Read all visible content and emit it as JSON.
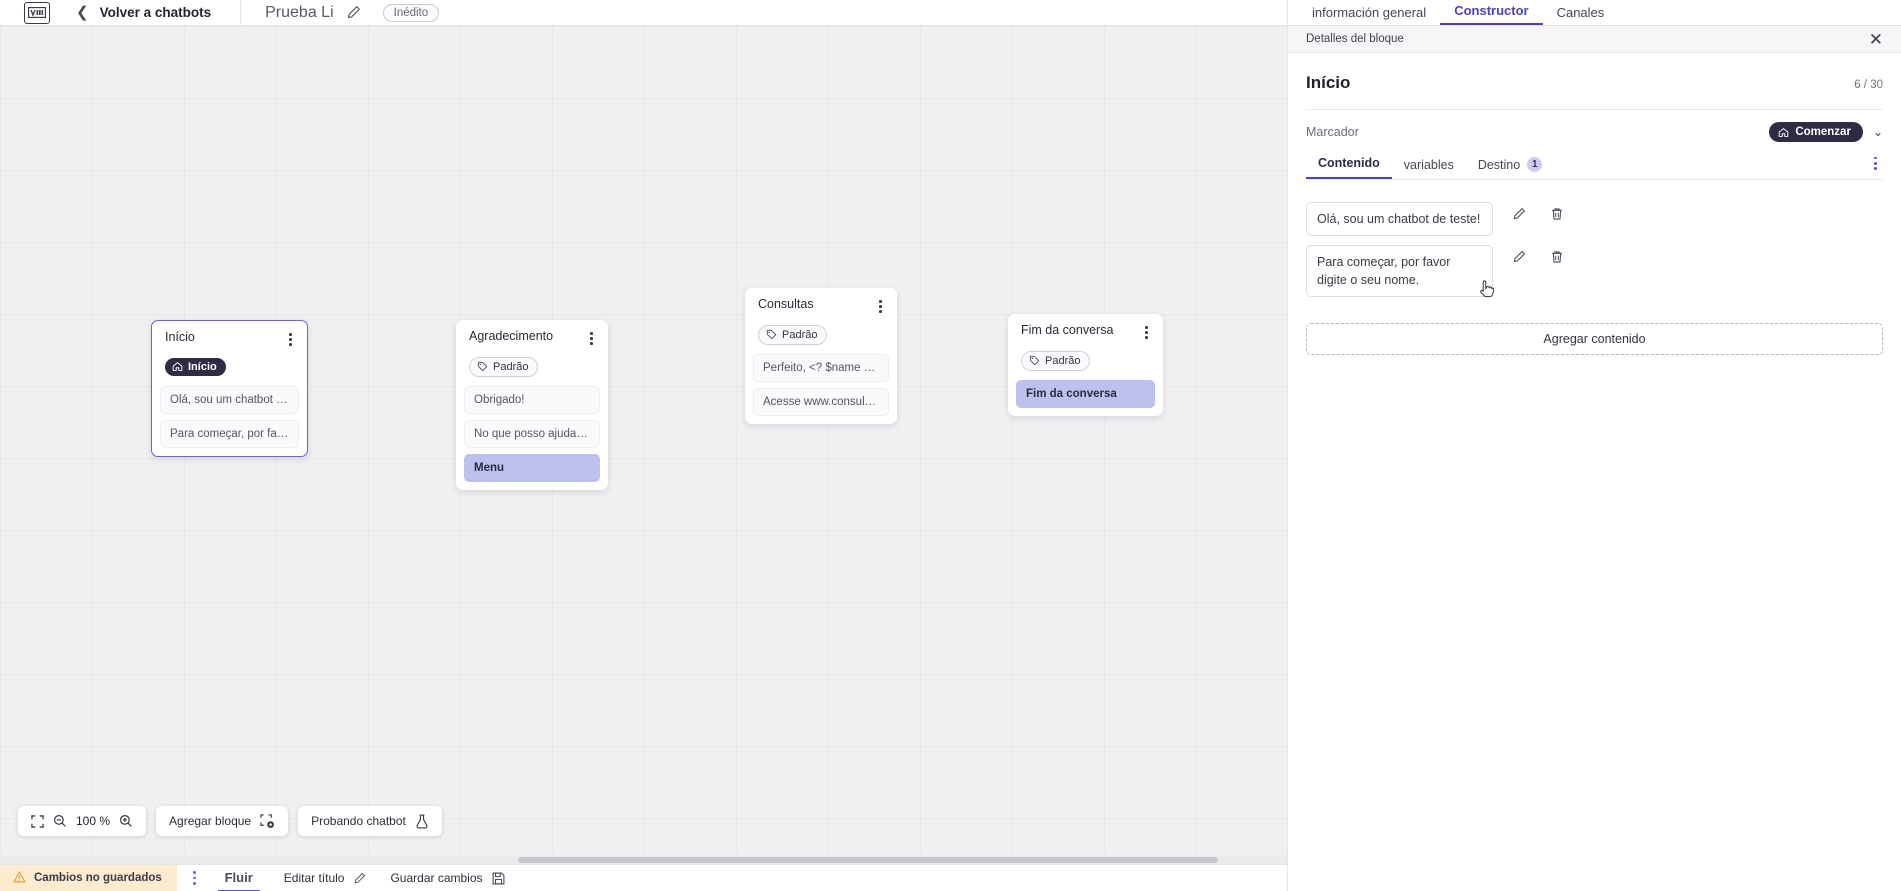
{
  "topbar": {
    "logo_text": "VIA",
    "back_label": "Volver a chatbots",
    "bot_name": "Prueba Li",
    "edit_icon": "pencil-icon",
    "status_badge": "Inédito"
  },
  "canvas": {
    "nodes": [
      {
        "id": "inicio",
        "title": "Início",
        "chip": {
          "label": "Início",
          "style": "dark",
          "icon": "home-icon"
        },
        "selected": true,
        "rows": [
          {
            "text": "Olá, sou um chatbot de teste!",
            "accent": false
          },
          {
            "text": "Para começar, por favor digite o ...",
            "accent": false
          }
        ]
      },
      {
        "id": "agradecimento",
        "title": "Agradecimento",
        "chip": {
          "label": "Padrão",
          "style": "light",
          "icon": "tag-icon"
        },
        "selected": false,
        "rows": [
          {
            "text": "Obrigado!",
            "accent": false
          },
          {
            "text": "No que posso ajudar, <? $name ...",
            "accent": false
          },
          {
            "text": "Menu",
            "accent": true
          }
        ]
      },
      {
        "id": "consultas",
        "title": "Consultas",
        "chip": {
          "label": "Padrão",
          "style": "light",
          "icon": "tag-icon"
        },
        "selected": false,
        "rows": [
          {
            "text": "Perfeito, <? $name ?>!",
            "accent": false
          },
          {
            "text": "Acesse www.consultas.com par...",
            "accent": false
          }
        ]
      },
      {
        "id": "fim",
        "title": "Fim da conversa",
        "chip": {
          "label": "Padrão",
          "style": "light",
          "icon": "tag-icon"
        },
        "selected": false,
        "rows": [
          {
            "text": "Fim da conversa",
            "accent": true
          }
        ]
      }
    ],
    "toolbar": {
      "fit_icon": "fit-screen-icon",
      "zoom_out_icon": "zoom-out-icon",
      "zoom_level": "100 %",
      "zoom_in_icon": "zoom-in-icon",
      "add_block_label": "Agregar bloque",
      "add_block_icon": "add-block-icon",
      "test_chatbot_label": "Probando chatbot",
      "test_chatbot_icon": "flask-icon"
    }
  },
  "bottombar": {
    "unsaved_label": "Cambios no guardados",
    "warning_icon": "warning-triangle-icon",
    "kebab_icon": "kebab-menu-icon",
    "flow_tab": "Fluir",
    "edit_title_label": "Editar título",
    "edit_title_icon": "pencil-icon",
    "save_label": "Guardar cambios",
    "save_icon": "save-disk-icon"
  },
  "rightpanel": {
    "tabs": [
      {
        "label": "información general",
        "active": false
      },
      {
        "label": "Constructor",
        "active": true
      },
      {
        "label": "Canales",
        "active": false
      }
    ],
    "subheader": {
      "title": "Detalles del bloque",
      "close_icon": "close-icon"
    },
    "block_title": "Início",
    "block_count": "6 / 30",
    "marker_label": "Marcador",
    "marker_value": "Comenzar",
    "marker_icon": "home-icon",
    "marker_chevron": "chevron-down-icon",
    "content_tabs": [
      {
        "label": "Contenido",
        "active": true,
        "badge": null
      },
      {
        "label": "variables",
        "active": false,
        "badge": null
      },
      {
        "label": "Destino",
        "active": false,
        "badge": "1"
      }
    ],
    "content_items": [
      {
        "text": "Olá, sou um chatbot de teste!",
        "edit_icon": "pencil-icon",
        "delete_icon": "trash-icon"
      },
      {
        "text": "Para começar, por favor digite o seu nome.",
        "edit_icon": "pencil-icon",
        "delete_icon": "trash-icon"
      }
    ],
    "add_content_label": "Agregar contenido"
  },
  "colors": {
    "accent_purple": "#4a3fd4",
    "node_selected": "#6b5fe8",
    "chip_dark": "#2f2b44",
    "row_accent": "#bcc1ee",
    "unsaved_bg": "#fcebcf",
    "canvas_bg": "#f0f0f2"
  }
}
